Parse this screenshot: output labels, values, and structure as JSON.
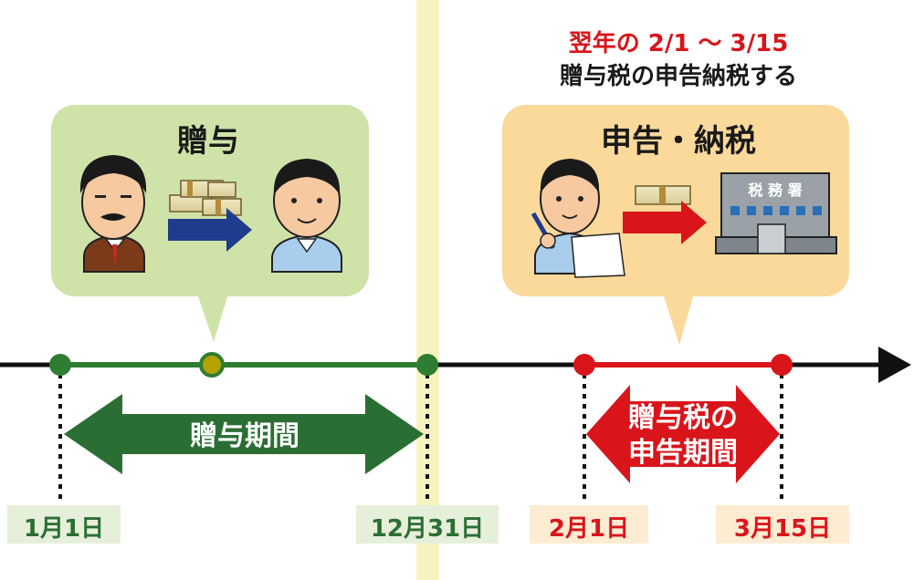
{
  "header": {
    "deadline_line": "翌年の 2/1 ～ 3/15",
    "deadline_action": "贈与税の申告納税する"
  },
  "gift_panel": {
    "title": "贈与"
  },
  "filing_panel": {
    "title": "申告・納税",
    "tax_office_sign": "税 務 署"
  },
  "periods": {
    "gift_period_label": "贈与期間",
    "filing_period_line1": "贈与税の",
    "filing_period_line2": "申告期間"
  },
  "dates": {
    "jan1": "1月1日",
    "dec31": "12月31日",
    "feb1": "2月1日",
    "mar15": "3月15日"
  },
  "colors": {
    "green": "#2e7d32",
    "dark_green": "#2b6e34",
    "red": "#d9151b",
    "panel_green": "#cfe3a8",
    "panel_orange": "#fbd99a",
    "year_divider": "#f7f3c1"
  }
}
